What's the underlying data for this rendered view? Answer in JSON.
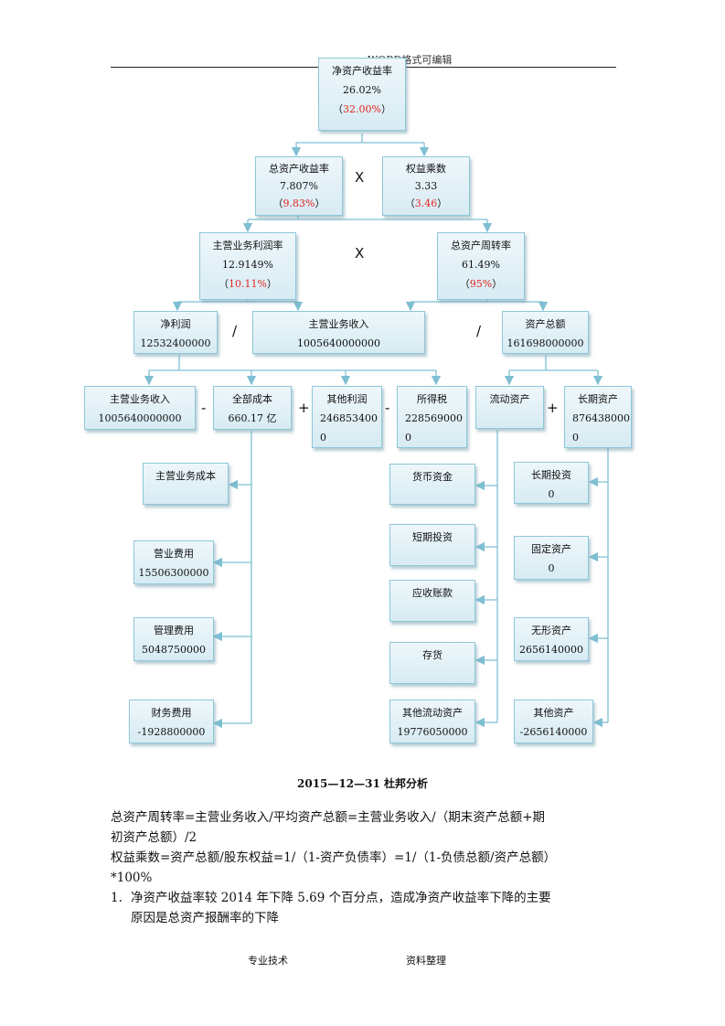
{
  "header": {
    "text": "WORD格式可编辑"
  },
  "nodes": {
    "roe": {
      "name": "净资产收益率",
      "value": "26.02%",
      "prev": "32.00%"
    },
    "roa": {
      "name": "总资产收益率",
      "value": "7.807%",
      "prev": "9.83%"
    },
    "em": {
      "name": "权益乘数",
      "value": "3.33",
      "prev": "3.46"
    },
    "margin": {
      "name": "主营业务利润率",
      "value": "12.9149%",
      "prev": "10.11%"
    },
    "turnover": {
      "name": "总资产周转率",
      "value": "61.49%",
      "prev": "95%"
    },
    "net_profit": {
      "name": "净利润",
      "value": "12532400000"
    },
    "revenue_a": {
      "name": "主营业务收入",
      "value": "1005640000000"
    },
    "total_assets": {
      "name": "资产总额",
      "value": "161698000000"
    },
    "revenue_b": {
      "name": "主营业务收入",
      "value": "1005640000000"
    },
    "total_cost": {
      "name": "全部成本",
      "value": "660.17 亿"
    },
    "other_profit": {
      "name": "其他利润",
      "value1": "246853400",
      "value2": "0"
    },
    "income_tax": {
      "name": "所得税",
      "value1": "228569000",
      "value2": "0"
    },
    "current_assets": {
      "name": "流动资产"
    },
    "long_assets": {
      "name": "长期资产",
      "value1": "876438000",
      "value2": "0"
    },
    "main_cost": {
      "name": "主营业务成本"
    },
    "sales_exp": {
      "name": "营业费用",
      "value": "15506300000"
    },
    "admin_exp": {
      "name": "管理费用",
      "value": "5048750000"
    },
    "fin_exp": {
      "name": "财务费用",
      "value": "-1928800000"
    },
    "cash": {
      "name": "货币资金"
    },
    "st_invest": {
      "name": "短期投资"
    },
    "receivable": {
      "name": "应收账款"
    },
    "inventory": {
      "name": "存货"
    },
    "other_current": {
      "name": "其他流动资产",
      "value": "19776050000"
    },
    "lt_invest": {
      "name": "长期投资",
      "value": "0"
    },
    "fixed": {
      "name": "固定资产",
      "value": "0"
    },
    "intangible": {
      "name": "无形资产",
      "value": "2656140000"
    },
    "other_assets": {
      "name": "其他资产",
      "value": "-2656140000"
    }
  },
  "operators": {
    "times1": "X",
    "times2": "X",
    "div1": "/",
    "div2": "/",
    "minus1": "-",
    "plus1": "+",
    "minus2": "-",
    "plus2": "+"
  },
  "caption": "2015—12—31 杜邦分析",
  "body": {
    "formula1_a": "总资产周转率=主营业务收入/平均资产总额=主营业务收入/（期末资产总额+期",
    "formula1_b": "初资产总额）/2",
    "formula2_a": "权益乘数=资产总额/股东权益=1/（1-资产负债率）=1/（1-负债总额/资产总额）",
    "formula2_b": "*100%",
    "item1_num": "1.",
    "item1_a": "净资产收益率较 2014 年下降 5.69 个百分点，造成净资产收益率下降的主要",
    "item1_b": "原因是总资产报酬率的下降"
  },
  "footer": {
    "left": "专业技术",
    "right": "资料整理"
  },
  "colors": {
    "box_border": "#8ec7d8",
    "connector": "#7fbfd3",
    "highlight": "#e4261f"
  }
}
